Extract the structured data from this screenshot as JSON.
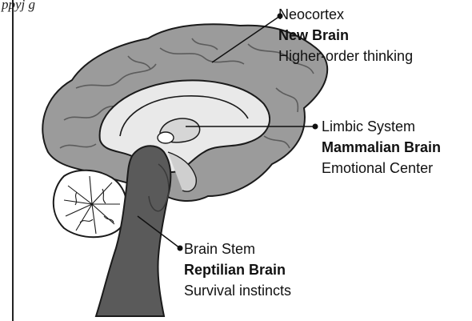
{
  "header": {
    "cutoff_text": "ppyj    g"
  },
  "labels": [
    {
      "id": "neocortex",
      "name": "Neocortex",
      "title": "New Brain",
      "description": "Higher-order thinking"
    },
    {
      "id": "limbic",
      "name": "Limbic System",
      "title": "Mammalian Brain",
      "description": "Emotional Center"
    },
    {
      "id": "stem",
      "name": "Brain Stem",
      "title": "Reptilian Brain",
      "description": "Survival instincts"
    }
  ],
  "colors": {
    "cortex": "#9b9b9b",
    "cortex_dark": "#6e6e6e",
    "limbic": "#e9e9e9",
    "stem": "#5a5a5a",
    "cerebellum": "#ffffff",
    "outline": "#1a1a1a"
  }
}
